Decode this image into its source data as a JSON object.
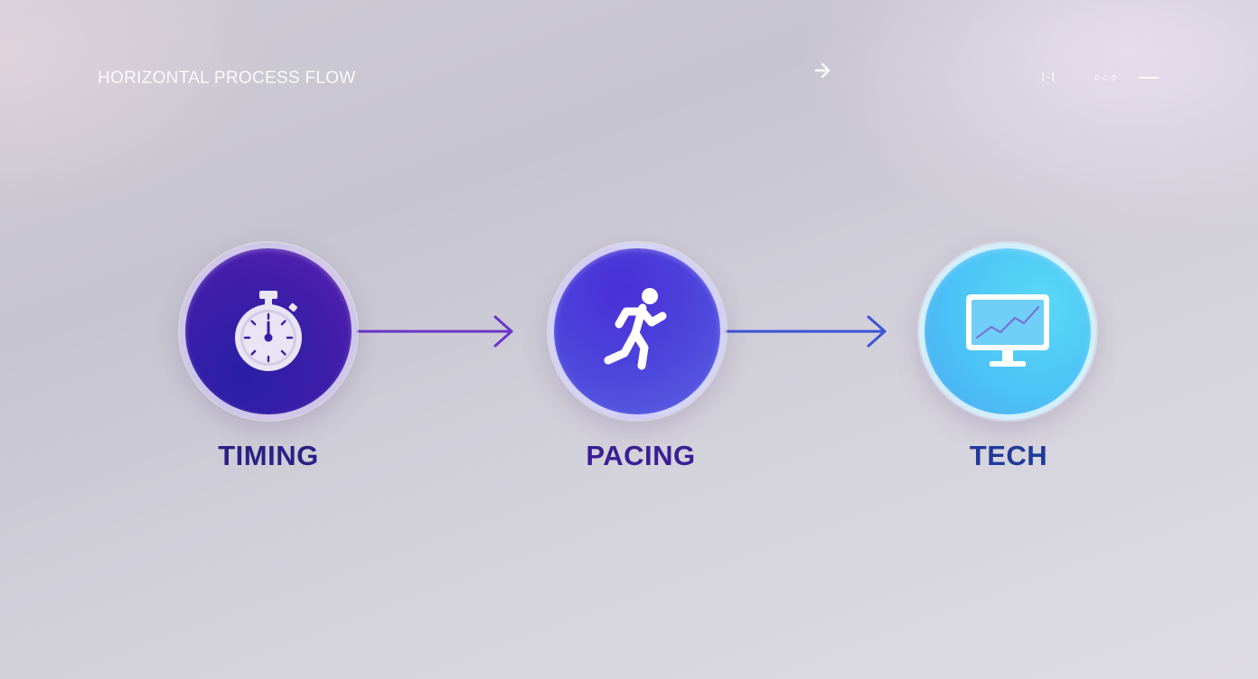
{
  "header": {
    "title": "HORIZONTAL PROCESS FLOW",
    "controls": [
      "I-I",
      "c·c·o"
    ]
  },
  "flow": {
    "steps": [
      {
        "label": "TIMING",
        "icon": "stopwatch-icon",
        "color": "#3a1ea8"
      },
      {
        "label": "PACING",
        "icon": "running-person-icon",
        "color": "#4d45dc"
      },
      {
        "label": "TECH",
        "icon": "monitor-chart-icon",
        "color": "#4cc3f6"
      }
    ],
    "connector_colors": [
      "#6a35c8",
      "#3f53d6"
    ],
    "label_colors": [
      "#2c1f86",
      "#3a1e95",
      "#1f3a9a"
    ]
  }
}
